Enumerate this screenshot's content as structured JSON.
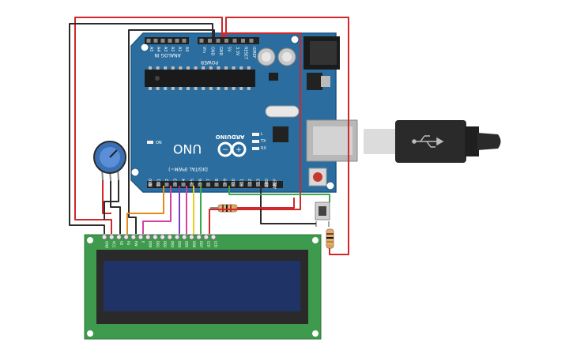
{
  "board": {
    "logo": "UNO",
    "brand": "ARDUINO",
    "on_label": "ON",
    "analog_label": "ANALOG IN",
    "power_label": "POWER",
    "digital_label": "DIGITAL (PWM~)",
    "tx_label": "TX",
    "rx_label": "RX",
    "l_label": "L",
    "analog_pins": [
      "A5",
      "A4",
      "A3",
      "A2",
      "A1",
      "A0"
    ],
    "power_pins": [
      "Vin",
      "GND",
      "GND",
      "5V",
      "3.3V",
      "RESET",
      "IOREF"
    ],
    "digital_pins": [
      "RX0",
      "TX1",
      "2",
      "~3",
      "4",
      "~5",
      "~6",
      "7",
      "8",
      "~9",
      "~10",
      "~11",
      "12",
      "13",
      "GND",
      "AREF"
    ]
  },
  "lcd": {
    "pins": [
      "GND",
      "VCC",
      "V0",
      "RS",
      "RW",
      "E",
      "DB0",
      "DB1",
      "DB2",
      "DB3",
      "DB4",
      "DB5",
      "DB6",
      "DB7",
      "LED",
      "LED"
    ]
  },
  "colors": {
    "board": "#2a6d9e",
    "lcd_pcb": "#3e9a4c",
    "lcd_screen": "#1f3366",
    "wire_red": "#d0282b",
    "wire_black": "#2b2b2b",
    "wire_green": "#3da84b",
    "wire_orange": "#e58a1c",
    "wire_pink": "#d43fa3",
    "wire_purple": "#7b3cc4",
    "wire_yellow": "#e7cf22"
  }
}
